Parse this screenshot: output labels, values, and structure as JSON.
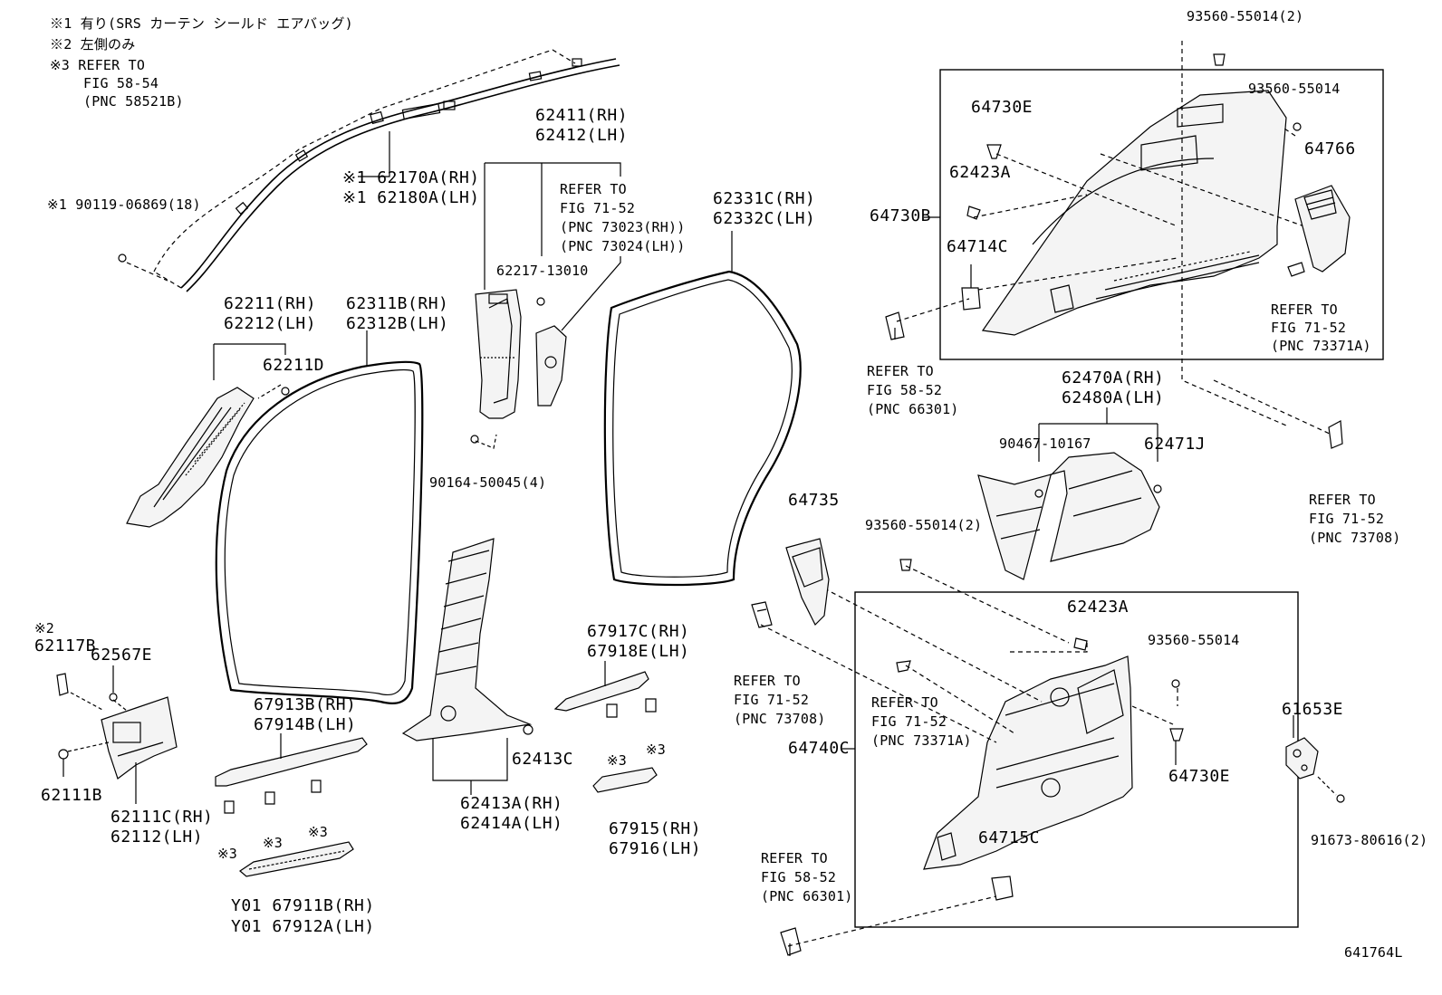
{
  "notes": {
    "n1": "※1 有り(SRS カーテン シールド エアバッグ)",
    "n2": "※2 左側のみ",
    "n3": "※3 REFER TO",
    "n3_fig": "FIG 58-54",
    "n3_pnc": "(PNC 58521B)"
  },
  "labels": {
    "p93560_55014_2_top": "93560-55014(2)",
    "p93560_55014_a": "93560-55014",
    "p64730E_a": "64730E",
    "p62423A_a": "62423A",
    "p64766": "64766",
    "p64730B": "64730B",
    "p64714C": "64714C",
    "ref_71_52_73371A_a": "REFER TO",
    "ref_71_52_73371A_a_fig": "FIG 71-52",
    "ref_71_52_73371A_a_pnc": "(PNC 73371A)",
    "ref_58_52_66301_a": "REFER TO",
    "ref_58_52_66301_a_fig": "FIG 58-52",
    "ref_58_52_66301_a_pnc": "(PNC 66301)",
    "p62470A": "62470A(RH)",
    "p62480A": "62480A(LH)",
    "p90467_10167": "90467-10167",
    "p62471J": "62471J",
    "ref_71_52_73708_a": "REFER TO",
    "ref_71_52_73708_a_fig": "FIG 71-52",
    "ref_71_52_73708_a_pnc": "(PNC 73708)",
    "p64735": "64735",
    "p93560_55014_2_mid": "93560-55014(2)",
    "p62423A_b": "62423A",
    "p93560_55014_b": "93560-55014",
    "ref_71_52_73708_b": "REFER TO",
    "ref_71_52_73708_b_fig": "FIG 71-52",
    "ref_71_52_73708_b_pnc": "(PNC 73708)",
    "ref_71_52_73371A_b": "REFER TO",
    "ref_71_52_73371A_b_fig": "FIG 71-52",
    "ref_71_52_73371A_b_pnc": "(PNC 73371A)",
    "p64740C": "64740C",
    "p64730E_b": "64730E",
    "p64715C": "64715C",
    "ref_58_52_66301_b": "REFER TO",
    "ref_58_52_66301_b_fig": "FIG 58-52",
    "ref_58_52_66301_b_pnc": "(PNC 66301)",
    "p61653E": "61653E",
    "p91673_80616": "91673-80616(2)",
    "p62170A": "※1 62170A(RH)",
    "p62180A": "※1 62180A(LH)",
    "p90119_06869": "※1 90119-06869(18)",
    "p62411": "62411(RH)",
    "p62412": "62412(LH)",
    "ref_71_52_73023": "REFER TO",
    "ref_71_52_73023_fig": "FIG 71-52",
    "ref_71_52_73023_pnc1": "(PNC 73023(RH))",
    "ref_71_52_73023_pnc2": "(PNC 73024(LH))",
    "p62217_13010": "62217-13010",
    "p62331C": "62331C(RH)",
    "p62332C": "62332C(LH)",
    "p62211": "62211(RH)",
    "p62212": "62212(LH)",
    "p62311B": "62311B(RH)",
    "p62312B": "62312B(LH)",
    "p62211D": "62211D",
    "p90164_50045": "90164-50045(4)",
    "note2_mark": "※2",
    "p62117B": "62117B",
    "p62567E": "62567E",
    "p62111B": "62111B",
    "p62111C": "62111C(RH)",
    "p62112": "62112(LH)",
    "p67913B": "67913B(RH)",
    "p67914B": "67914B(LH)",
    "mark3_a": "※3",
    "mark3_b": "※3",
    "mark3_c": "※3",
    "mark3_d": "※3",
    "mark3_e": "※3",
    "p67911B": "Y01 67911B(RH)",
    "p67912A": "Y01 67912A(LH)",
    "p62413C": "62413C",
    "p62413A": "62413A(RH)",
    "p62414A": "62414A(LH)",
    "p67917C": "67917C(RH)",
    "p67918E": "67918E(LH)",
    "p67915": "67915(RH)",
    "p67916": "67916(LH)",
    "figure_id": "641764L"
  },
  "style": {
    "line_color": "#000000",
    "background": "#ffffff",
    "part_fill": "#f4f4f4"
  }
}
